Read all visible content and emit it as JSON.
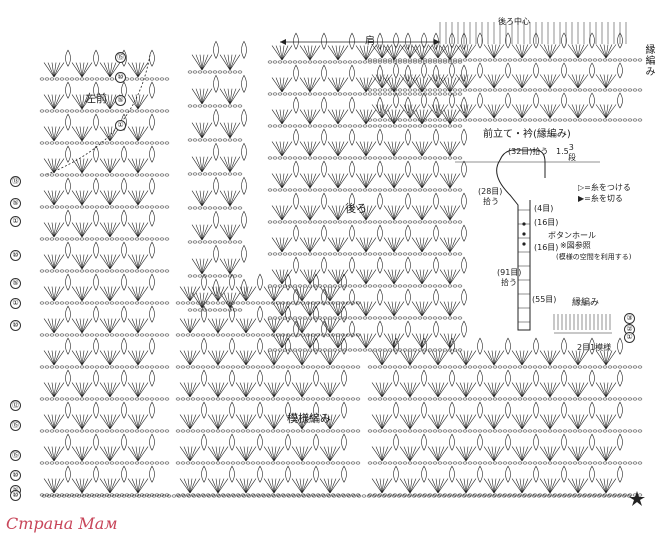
{
  "labels": {
    "left_front": "左前",
    "back": "後ろ",
    "shoulder": "肩",
    "back_center": "後ろ中心",
    "edging": "縁編み",
    "pattern_stitch": "模様編み",
    "band_title": "前立て・衿(縁編み)",
    "pick_up_32": "(32目)拾う",
    "pick_up_28": "(28目)",
    "pick_up_28b": "拾う",
    "count_4": "(4目)",
    "count_16a": "(16目)",
    "count_16b": "(16目)",
    "count_91": "(91目)",
    "count_91b": "拾う",
    "count_55": "(55目)",
    "buttonhole": "ボタンホール",
    "see_diagram": "※図参照",
    "pattern_note": "(模様の空間を利用する)",
    "rows_note": "1.5",
    "rows_note_frac": "3",
    "rows_note_unit": "段",
    "attach_yarn": "▷=糸をつける",
    "cut_yarn": "▶=糸を切る",
    "edging_small": "縁編み",
    "edging_repeat": "2目1模様",
    "watermark": "Страна Мам"
  },
  "row_markers": [
    "⑮",
    "⑩",
    "⑤",
    "①",
    "⑬",
    "⑤",
    "①",
    "⑩",
    "⑤",
    "①",
    "⑩",
    "⑫",
    "⑮",
    "⑮",
    "⑩",
    "⑤",
    "⑩",
    "③",
    "②",
    "①"
  ],
  "colors": {
    "ink": "#222222",
    "watermark": "#c8465a"
  }
}
